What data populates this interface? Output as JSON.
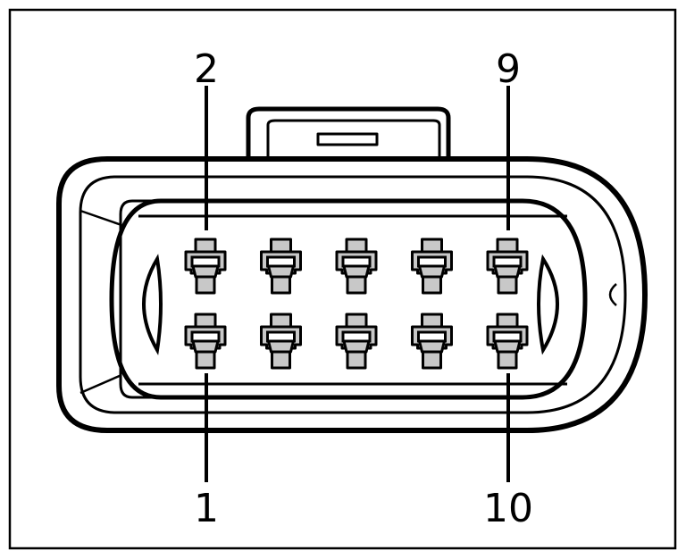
{
  "labels": {
    "top_left": "2",
    "top_right": "9",
    "bottom_left": "1",
    "bottom_right": "10"
  },
  "colors": {
    "line": "#000000",
    "background": "#ffffff",
    "terminal_fill": "#c8c8c8"
  },
  "connector": {
    "rows": 2,
    "terminals_per_row": 5,
    "terminal_count": 10
  }
}
